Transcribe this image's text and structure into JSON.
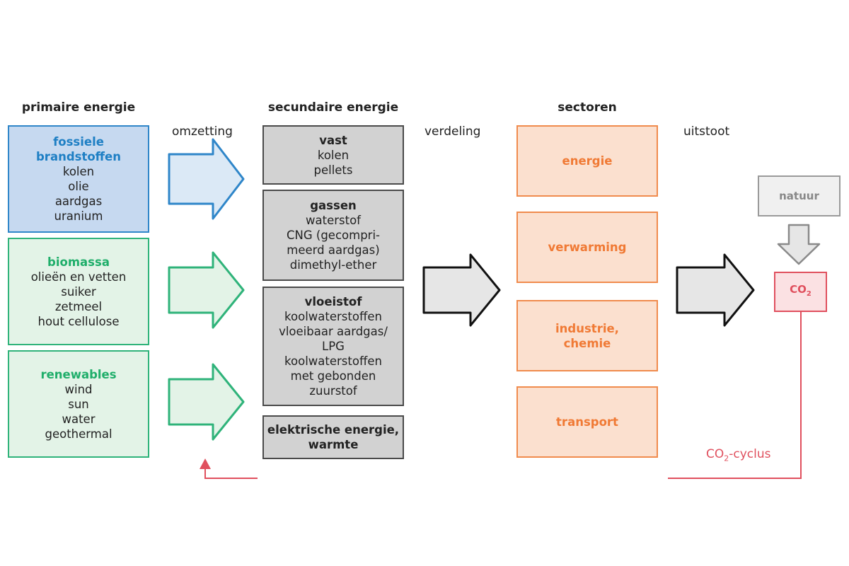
{
  "headings": {
    "primary": "primaire energie",
    "secondary": "secundaire energie",
    "sectors": "sectoren"
  },
  "steps": {
    "conversion": "omzetting",
    "distribution": "verdeling",
    "emission": "uitstoot"
  },
  "primary_boxes": [
    {
      "title_lines": [
        "fossiele",
        "brandstoffen"
      ],
      "items": [
        "kolen",
        "olie",
        "aardgas",
        "uranium"
      ],
      "color": "#2f86c9"
    },
    {
      "title_lines": [
        "biomassa"
      ],
      "items": [
        "olieën en vetten",
        "suiker",
        "zetmeel",
        "hout cellulose"
      ],
      "color": "#2fb37a"
    },
    {
      "title_lines": [
        "renewables"
      ],
      "items": [
        "wind",
        "sun",
        "water",
        "geothermal"
      ],
      "color": "#2fb37a"
    }
  ],
  "secondary_boxes": [
    {
      "title_lines": [
        "vast"
      ],
      "items": [
        "kolen",
        "pellets"
      ]
    },
    {
      "title_lines": [
        "gassen"
      ],
      "items": [
        "waterstof",
        "CNG (gecompri-",
        "meerd aardgas)",
        "dimethyl-ether"
      ]
    },
    {
      "title_lines": [
        "vloeistof"
      ],
      "items": [
        "koolwaterstoffen",
        "vloeibaar aardgas/",
        "LPG",
        "koolwaterstoffen",
        "met gebonden",
        "zuurstof"
      ]
    },
    {
      "title_lines": [
        "elektrische energie,",
        "warmte"
      ],
      "items": []
    }
  ],
  "sectors": [
    {
      "lines": [
        "energie"
      ]
    },
    {
      "lines": [
        "verwarming"
      ]
    },
    {
      "lines": [
        "industrie,",
        "chemie"
      ]
    },
    {
      "lines": [
        "transport"
      ]
    }
  ],
  "natuur": "natuur",
  "co2": {
    "main": "CO",
    "sub": "2"
  },
  "cycle": {
    "main": "CO",
    "sub": "2",
    "rest": "-cyclus"
  },
  "colors": {
    "fossil": "#2f86c9",
    "green": "#2fb37a",
    "secondary_border": "#4a4a4a",
    "sector": "#f08b4d",
    "co2": "#e0505e",
    "arrow_gray": "#e6e6e6"
  }
}
